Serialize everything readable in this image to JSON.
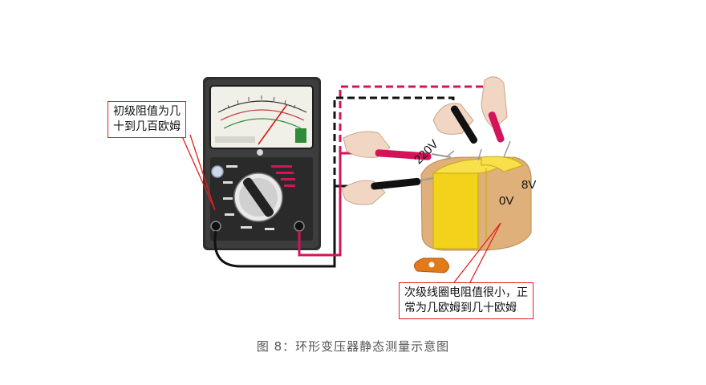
{
  "callouts": {
    "primary": {
      "line1": "初级阻值为几",
      "line2": "十到几百欧姆"
    },
    "secondary": {
      "line1": "次级线圈电阻值很小，正",
      "line2": "常为几欧姆到几十欧姆"
    }
  },
  "terminal_labels": {
    "v220": "220V",
    "v0": "0V",
    "v8": "8V"
  },
  "caption": "图 8：环形变压器静态测量示意图",
  "colors": {
    "callout_border": "#e02020",
    "probe_red": "#d4145a",
    "probe_black": "#111111",
    "transformer_core": "#f2d21a",
    "transformer_body": "#dfb079",
    "meter_body": "#3a3a3a"
  }
}
